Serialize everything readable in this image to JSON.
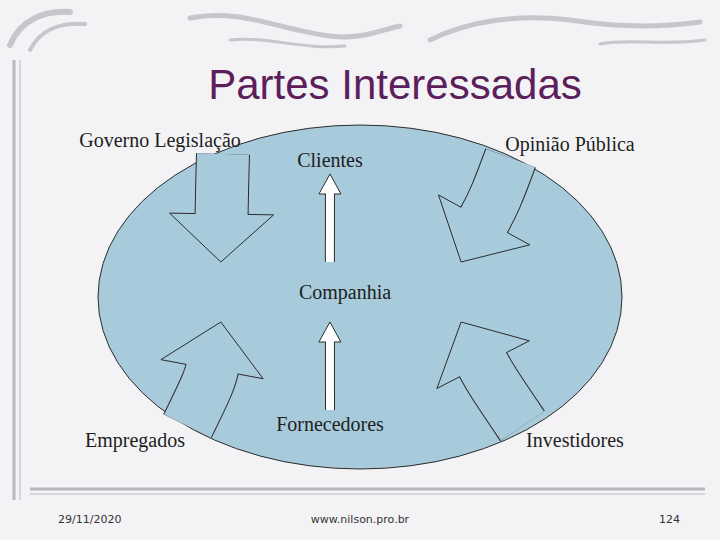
{
  "diagram": {
    "title": "Partes Interessadas",
    "nodes": [
      {
        "text": [
          "Governo Legislação"
        ]
      },
      {
        "text": [
          "Companhia"
        ]
      },
      {
        "text": [
          "Clientes"
        ]
      },
      {
        "text": [
          "Opinião Pública"
        ]
      },
      {
        "text": [
          "Empregados"
        ]
      },
      {
        "text": [
          "Fornecedores"
        ]
      },
      {
        "text": [
          "Investidores"
        ]
      }
    ],
    "edges": [
      {
        "from": 0,
        "to": 1,
        "arrow": "to"
      },
      {
        "from": 1,
        "to": 2,
        "arrow": "to"
      },
      {
        "from": 3,
        "to": 1,
        "arrow": "to"
      },
      {
        "from": 4,
        "to": 1,
        "arrow": "to"
      },
      {
        "from": 5,
        "to": 1,
        "arrow": "to"
      },
      {
        "from": 6,
        "to": 1,
        "arrow": "to"
      }
    ],
    "labels": [
      "29/11/2020",
      "www.nilson.pro.br",
      "124"
    ]
  }
}
